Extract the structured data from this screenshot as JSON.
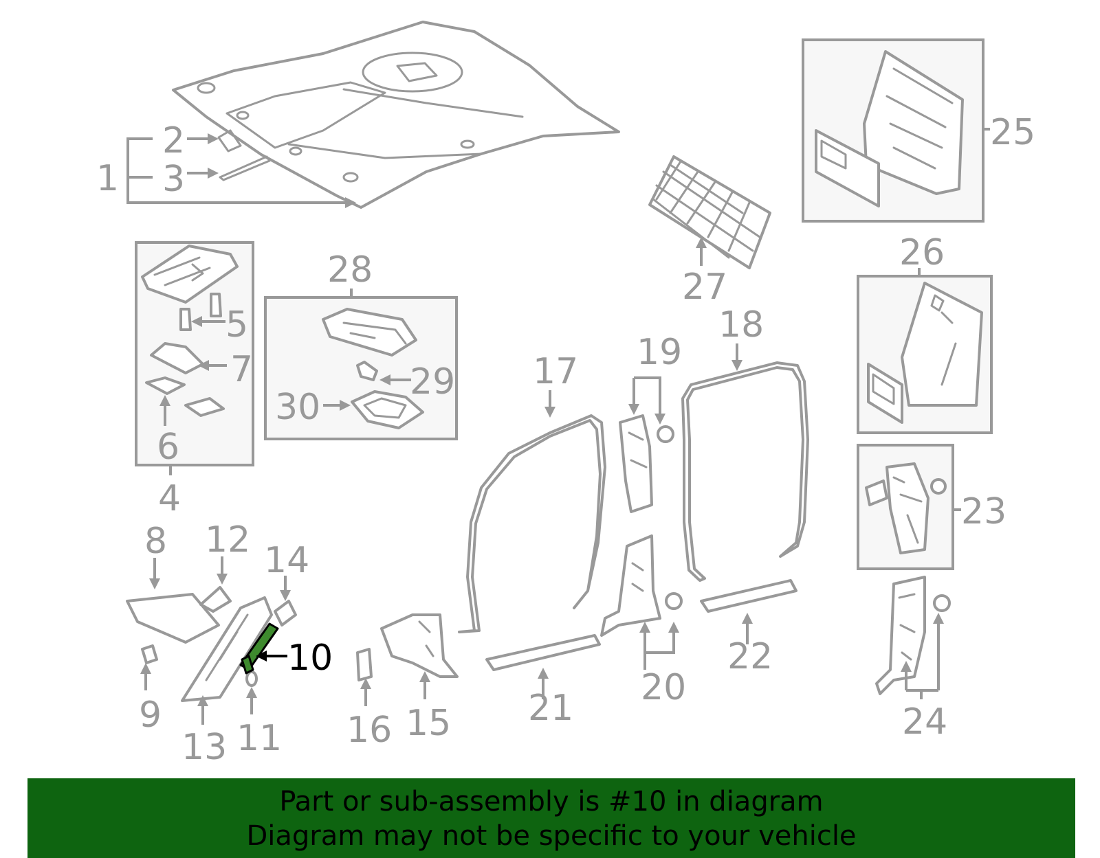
{
  "diagram": {
    "highlight_color": "#3e8a2e",
    "callout_color": "#999999",
    "highlighted_part": "10",
    "callouts": [
      "1",
      "2",
      "3",
      "4",
      "5",
      "6",
      "7",
      "8",
      "9",
      "10",
      "11",
      "12",
      "13",
      "14",
      "15",
      "16",
      "17",
      "18",
      "19",
      "20",
      "21",
      "22",
      "23",
      "24",
      "25",
      "26",
      "27",
      "28",
      "29",
      "30"
    ]
  },
  "banner": {
    "background": "#0e6410",
    "line1": "Part or sub-assembly is #10 in diagram",
    "line2": "Diagram may not be specific to your vehicle"
  }
}
